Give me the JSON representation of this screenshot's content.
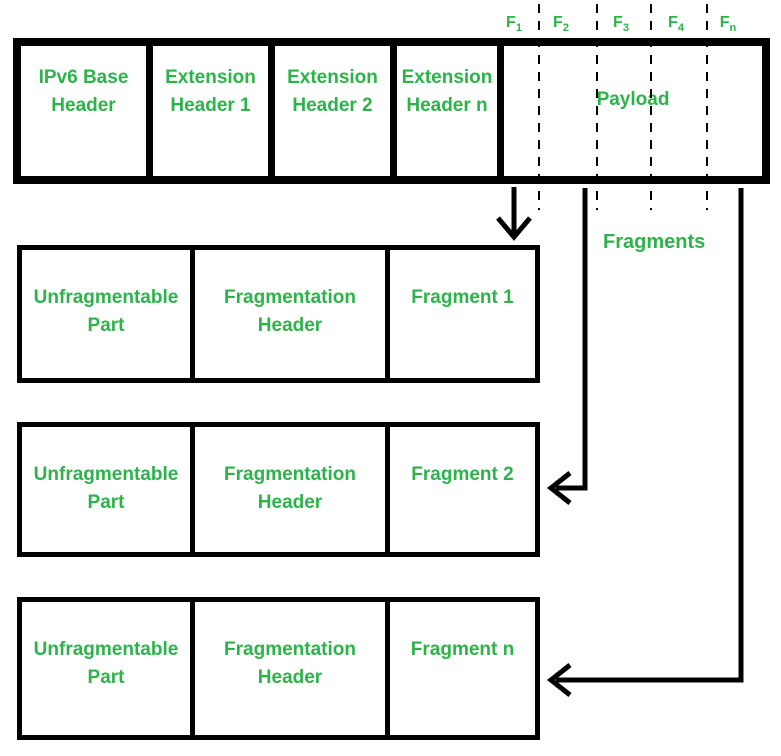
{
  "colors": {
    "text_green": "#2db34a",
    "line_black": "#000000"
  },
  "packet_box": {
    "cells": [
      {
        "label": "IPv6 Base Header"
      },
      {
        "label": "Extension Header 1"
      },
      {
        "label": "Extension Header 2"
      },
      {
        "label": "Extension Header n"
      },
      {
        "label": "Payload"
      }
    ]
  },
  "payload_fragment_markers": [
    {
      "base": "F",
      "sub": "1"
    },
    {
      "base": "F",
      "sub": "2"
    },
    {
      "base": "F",
      "sub": "3"
    },
    {
      "base": "F",
      "sub": "4"
    },
    {
      "base": "F",
      "sub": "n"
    }
  ],
  "fragments_caption": "Fragments",
  "fragment_rows": [
    {
      "cells": [
        {
          "label": "Unfragmentable Part"
        },
        {
          "label": "Fragmentation Header"
        },
        {
          "label": "Fragment 1"
        }
      ]
    },
    {
      "cells": [
        {
          "label": "Unfragmentable Part"
        },
        {
          "label": "Fragmentation Header"
        },
        {
          "label": "Fragment 2"
        }
      ]
    },
    {
      "cells": [
        {
          "label": "Unfragmentable Part"
        },
        {
          "label": "Fragmentation Header"
        },
        {
          "label": "Fragment n"
        }
      ]
    }
  ]
}
